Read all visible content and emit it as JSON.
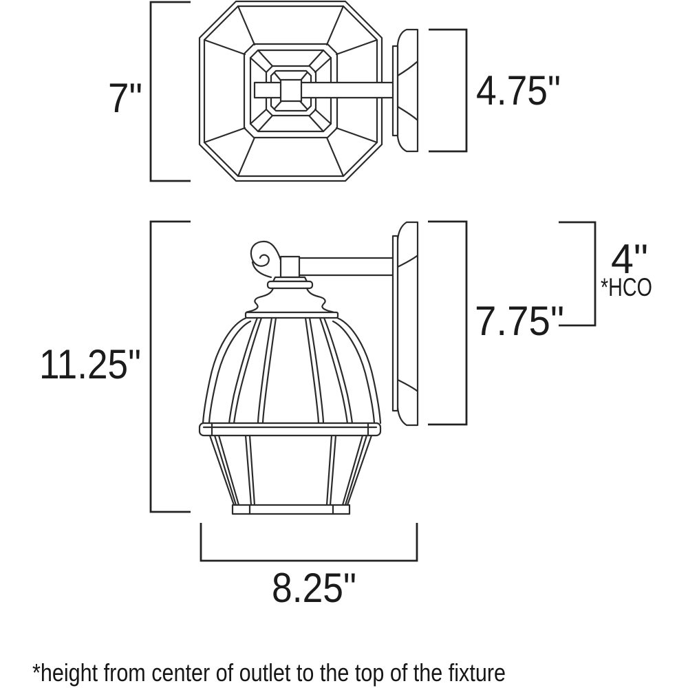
{
  "diagram": {
    "type": "product-dimension-drawing",
    "subject": "outdoor wall lantern light fixture",
    "views": {
      "top_view": "fixture viewed from above (octagonal roof, mounting arm, round backplate)",
      "side_view": "fixture viewed from the side (scroll arm, tapered lantern, wall backplate)"
    },
    "footnote": "*height from center of outlet to the top of the fixture"
  },
  "dimensions": {
    "top_width": {
      "label": "7\"",
      "inches": 7,
      "measures": "fixture width, top view"
    },
    "top_backplate": {
      "label": "4.75\"",
      "inches": 4.75,
      "measures": "backplate width, top view"
    },
    "fixture_height": {
      "label": "11.25\"",
      "inches": 11.25,
      "measures": "overall fixture height"
    },
    "backplate_height": {
      "label": "7.75\"",
      "inches": 7.75,
      "measures": "backplate height"
    },
    "hco_height": {
      "label": "4\"",
      "suffix": "*HCO",
      "inches": 4,
      "measures": "height from center of outlet to top of fixture"
    },
    "projection_width": {
      "label": "8.25\"",
      "inches": 8.25,
      "measures": "overall projection / width at base"
    }
  },
  "colors": {
    "background": "#ffffff",
    "line": "#2b2b2b",
    "text": "#1b1b1b"
  }
}
